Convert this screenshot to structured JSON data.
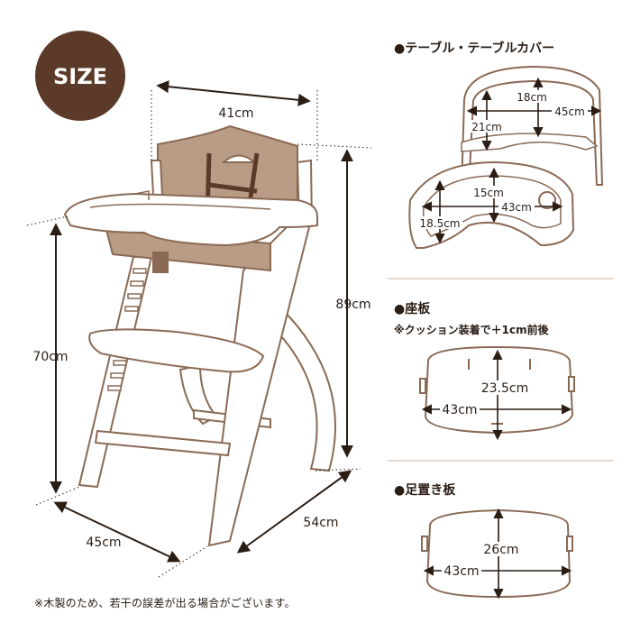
{
  "badge": {
    "label": "SIZE",
    "color": "#5b3a29"
  },
  "chair": {
    "width_top": "41cm",
    "height_total": "89cm",
    "height_front": "70cm",
    "depth_base": "45cm",
    "width_base": "54cm"
  },
  "sections": {
    "tray": {
      "heading": "●テーブル・テーブルカバー",
      "cover": {
        "depth": "18cm",
        "width": "45cm",
        "depth2": "21cm"
      },
      "table": {
        "depth": "15cm",
        "width": "43cm",
        "depth2": "18.5cm"
      }
    },
    "seat": {
      "heading": "●座板",
      "subnote": "※クッション装着で＋1cm前後",
      "depth": "23.5cm",
      "width": "43cm"
    },
    "footrest": {
      "heading": "●足置き板",
      "depth": "26cm",
      "width": "43cm"
    }
  },
  "footnote": "※木製のため、若干の誤差が出る場合がございます。",
  "colors": {
    "wood_line": "#8a6a55",
    "cushion": "#b89c86",
    "divider": "#d8c8bd",
    "ink": "#2a1d14"
  }
}
